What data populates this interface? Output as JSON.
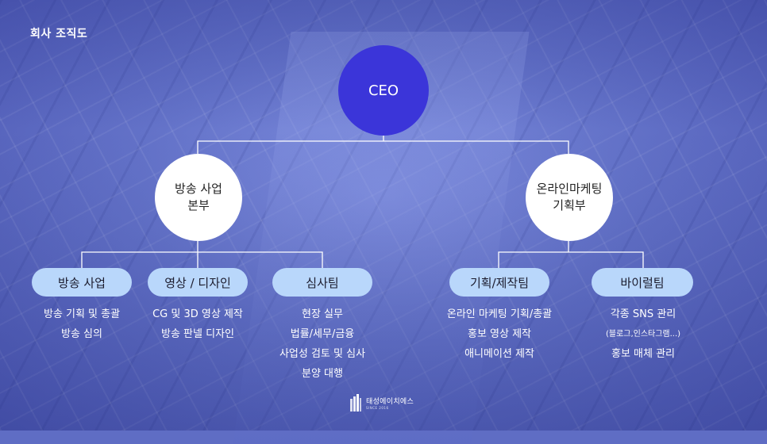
{
  "title": "회사 조직도",
  "ceo": "CEO",
  "divisions": [
    {
      "name_lines": [
        "방송 사업",
        "본부"
      ],
      "teams": [
        {
          "name": "방송 사업",
          "duties": [
            "방송 기획 및 총괄",
            "방송 심의"
          ]
        },
        {
          "name": "영상 / 디자인",
          "duties": [
            "CG 및 3D 영상 제작",
            "방송 판넬 디자인"
          ]
        },
        {
          "name": "심사팀",
          "duties": [
            "현장 실무",
            "법률/세무/금융",
            "사업성 검토 및 심사",
            "분양 대행"
          ]
        }
      ]
    },
    {
      "name_lines": [
        "온라인마케팅",
        "기획부"
      ],
      "teams": [
        {
          "name": "기획/제작팀",
          "duties": [
            "온라인 마케팅 기획/총괄",
            "홍보 영상 제작",
            "애니메이션 제작"
          ]
        },
        {
          "name": "바이럴팀",
          "duties": [
            "각종 SNS 관리",
            "(블로그,인스타그램...)",
            "홍보 매체 관리"
          ]
        }
      ]
    }
  ],
  "logo": {
    "name": "태성에이치에스",
    "tagline": "SINCE 2016"
  },
  "colors": {
    "ceo": "#3b35d9",
    "division": "#ffffff",
    "team_pill": "#b9d7fb",
    "lines": "#ffffff",
    "background": "#5f6dc4"
  }
}
